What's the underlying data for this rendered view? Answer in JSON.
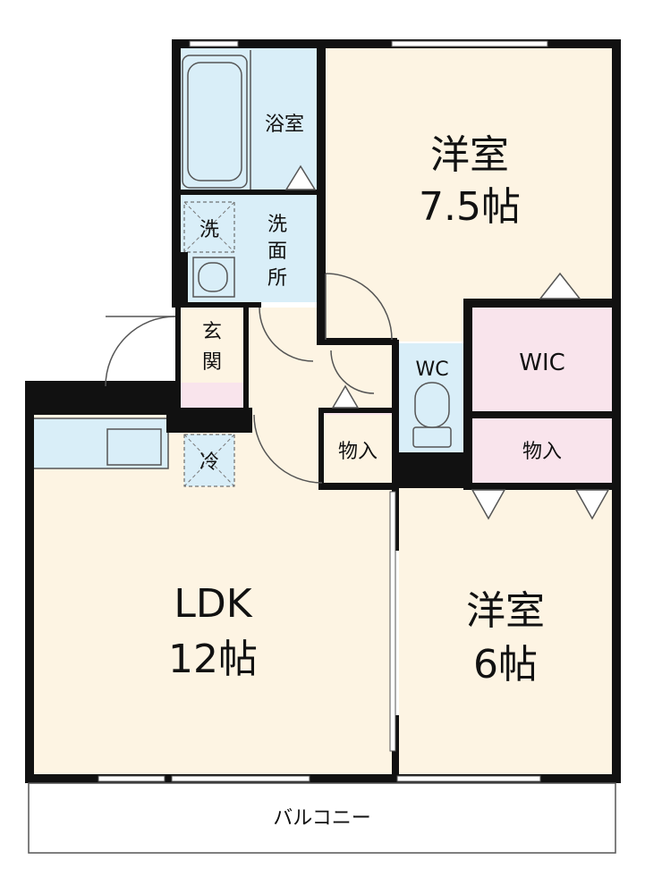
{
  "rooms": {
    "western_room_1": {
      "name": "洋室",
      "size": "7.5帖"
    },
    "western_room_2": {
      "name": "洋室",
      "size": "6帖"
    },
    "ldk": {
      "name": "LDK",
      "size": "12帖"
    },
    "bathroom": "浴室",
    "washroom": [
      "洗",
      "面",
      "所"
    ],
    "washer": "洗",
    "entrance": [
      "玄",
      "関"
    ],
    "wc": "WC",
    "wic": "WIC",
    "storage_1": "物入",
    "storage_2": "物入",
    "fridge": "冷",
    "balcony": "バルコニー"
  },
  "colors": {
    "room_floor": "#fdf4e3",
    "wet_area": "#d9eef8",
    "storage": "#f9e4ec",
    "wall": "#111111"
  }
}
